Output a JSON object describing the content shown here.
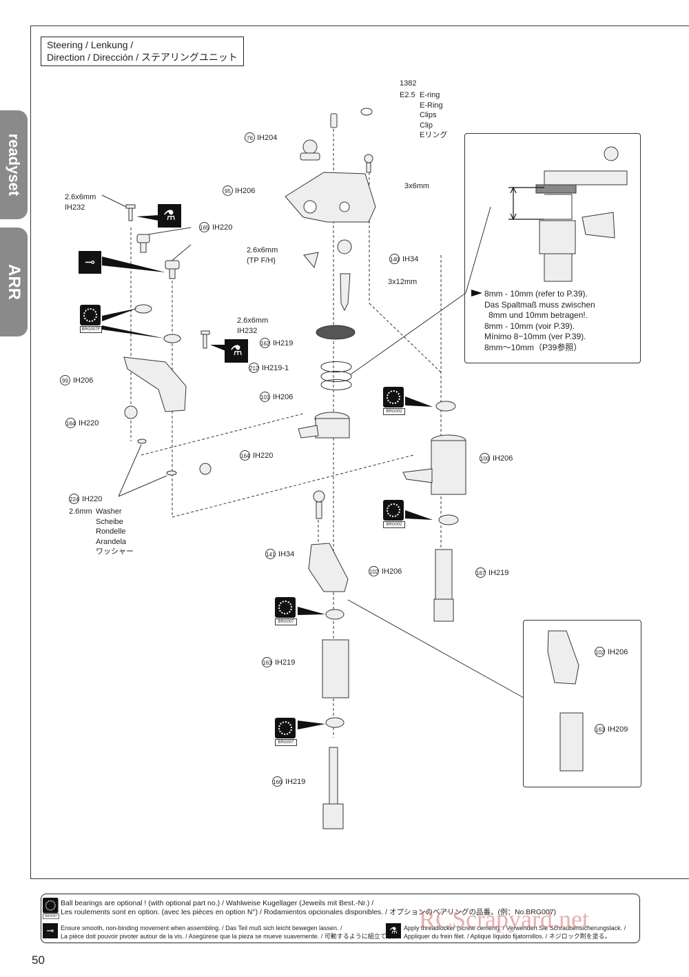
{
  "title": {
    "line1": "Steering / Lenkung /",
    "line2": "Direction / Dirección / ステアリングユニット"
  },
  "side_tabs": [
    "readyset",
    "ARR"
  ],
  "parts": {
    "eclip": {
      "num": "1382",
      "size": "E2.5",
      "names": [
        "E-ring",
        "E-Ring",
        "Clips",
        "Clip",
        "Eリング"
      ]
    },
    "ih204": {
      "num": "76",
      "code": "IH204"
    },
    "ih206_95": {
      "num": "95",
      "code": "IH206"
    },
    "screw_3x6": "3x6mm",
    "screw_26x6_a": {
      "size": "2.6x6mm",
      "code": "IH232"
    },
    "ih220_165": {
      "num": "165",
      "code": "IH220"
    },
    "screw_tpfh": {
      "size": "2.6x6mm",
      "sub": "(TP F/H)"
    },
    "ih34_140": {
      "num": "140",
      "code": "IH34"
    },
    "screw_3x12": "3x12mm",
    "screw_26x6_b": {
      "size": "2.6x6mm",
      "code": "IH232"
    },
    "ih219_162": {
      "num": "162",
      "code": "IH219"
    },
    "ih219_1_212": {
      "num": "212",
      "code": "IH219-1"
    },
    "ih206_99": {
      "num": "99",
      "code": "IH206"
    },
    "ih206_101": {
      "num": "101",
      "code": "IH206"
    },
    "ih220_164a": {
      "num": "164",
      "code": "IH220"
    },
    "ih220_164b": {
      "num": "164",
      "code": "IH220"
    },
    "ih206_100": {
      "num": "100",
      "code": "IH206"
    },
    "ih220_224": {
      "num": "224",
      "code": "IH220",
      "size": "2.6mm",
      "names": [
        "Washer",
        "Scheibe",
        "Rondelle",
        "Arandela",
        "ワッシャー"
      ]
    },
    "ih34_141": {
      "num": "141",
      "code": "IH34"
    },
    "ih206_102": {
      "num": "102",
      "code": "IH206"
    },
    "ih219_167": {
      "num": "167",
      "code": "IH219"
    },
    "ih219_163": {
      "num": "163",
      "code": "IH219"
    },
    "ih219_166": {
      "num": "166",
      "code": "IH219"
    },
    "inset_102": {
      "num": "102",
      "code": "IH206"
    },
    "inset_163": {
      "num": "163",
      "code": "IH209"
    }
  },
  "bearings": {
    "brg007f": "BRG007F",
    "brg002_a": "BRG002",
    "brg002_b": "BRG002",
    "brg007_a": "BRG007",
    "brg007_b": "BRG007"
  },
  "callout": {
    "lines": [
      "8mm - 10mm (refer to P.39).",
      "Das Spaltmaß muss zwischen",
      "8mm und 10mm betragen!.",
      "8mm - 10mm (voir P.39).",
      "Mínimo 8~10mm (ver P.39).",
      "8mm～10mm（P39参照）"
    ]
  },
  "footer": {
    "bearing_note_1": "Ball bearings are optional ! (with optional part no.) / Wahlweise Kugellager (Jeweils mit Best.-Nr.) /",
    "bearing_note_2": "Les roulements sont en option. (avec les pièces en option N°) / Rodamientos opcionales disponibles. / オプションのベアリングの品番。(例：No.BRG007)",
    "bearing_code": "BRG007",
    "smooth_1": "Ensure smooth, non-binding movement when assembling. / Das Teil muß sich leicht bewegen lassen. /",
    "smooth_2": "La pièce doit pouvoir pivoter autour de la vis. / Asegúrese que la pieza se mueve suavemente. / 可動するように組立てる。",
    "thread_1": "Apply threadlocker (screw cement). / Verwenden Sie Schraubensicherungslack. /",
    "thread_2": "Appliquer du frein filet. / Aplique líquido fijatornillos. / ネジロック剤を塗る。"
  },
  "page_number": "50",
  "watermark": "RCScrapyard.net"
}
